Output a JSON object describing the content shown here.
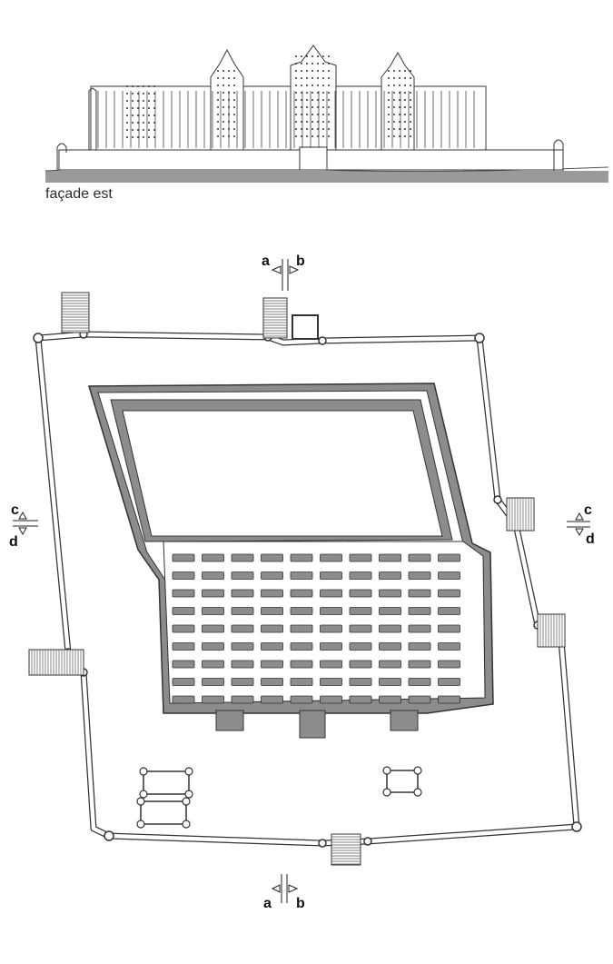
{
  "caption": "façade est",
  "section_marks": {
    "top_left": "a",
    "top_right": "b",
    "bottom_left": "a",
    "bottom_right": "b",
    "west_top": "c",
    "west_bottom": "d",
    "east_top": "c",
    "east_bottom": "d"
  },
  "prayer_hall": {
    "rows": 9,
    "piers_per_row": 10
  },
  "colors": {
    "wall_fill": "#8c8c8c",
    "ground": "#9a9a9a",
    "line": "#333333",
    "background": "#ffffff"
  }
}
